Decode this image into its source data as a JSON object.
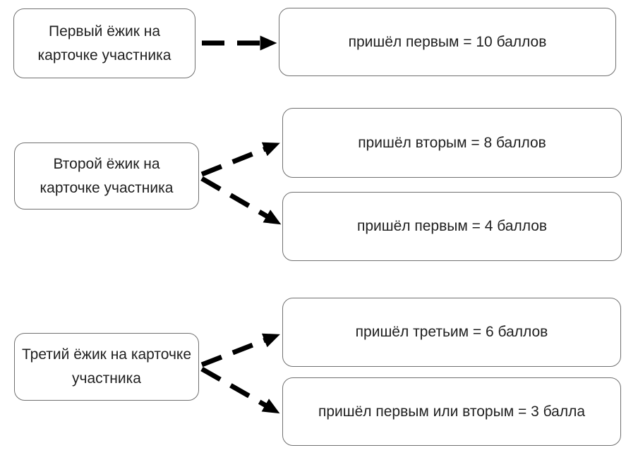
{
  "colors": {
    "background": "#ffffff",
    "box_border": "#707070",
    "box_fill": "#ffffff",
    "text": "#1f1f1f",
    "arrow": "#000000"
  },
  "groups": [
    {
      "source": {
        "label": "Первый ёжик на карточке участника"
      },
      "targets": [
        {
          "label": "пришёл первым = 10 баллов"
        }
      ]
    },
    {
      "source": {
        "label": "Второй ёжик на карточке участника"
      },
      "targets": [
        {
          "label": "пришёл вторым = 8 баллов"
        },
        {
          "label": "пришёл первым = 4 баллов"
        }
      ]
    },
    {
      "source": {
        "label": "Третий ёжик на карточке участника"
      },
      "targets": [
        {
          "label": "пришёл третьим = 6 баллов"
        },
        {
          "label": "пришёл первым или вторым = 3 балла"
        }
      ]
    }
  ]
}
